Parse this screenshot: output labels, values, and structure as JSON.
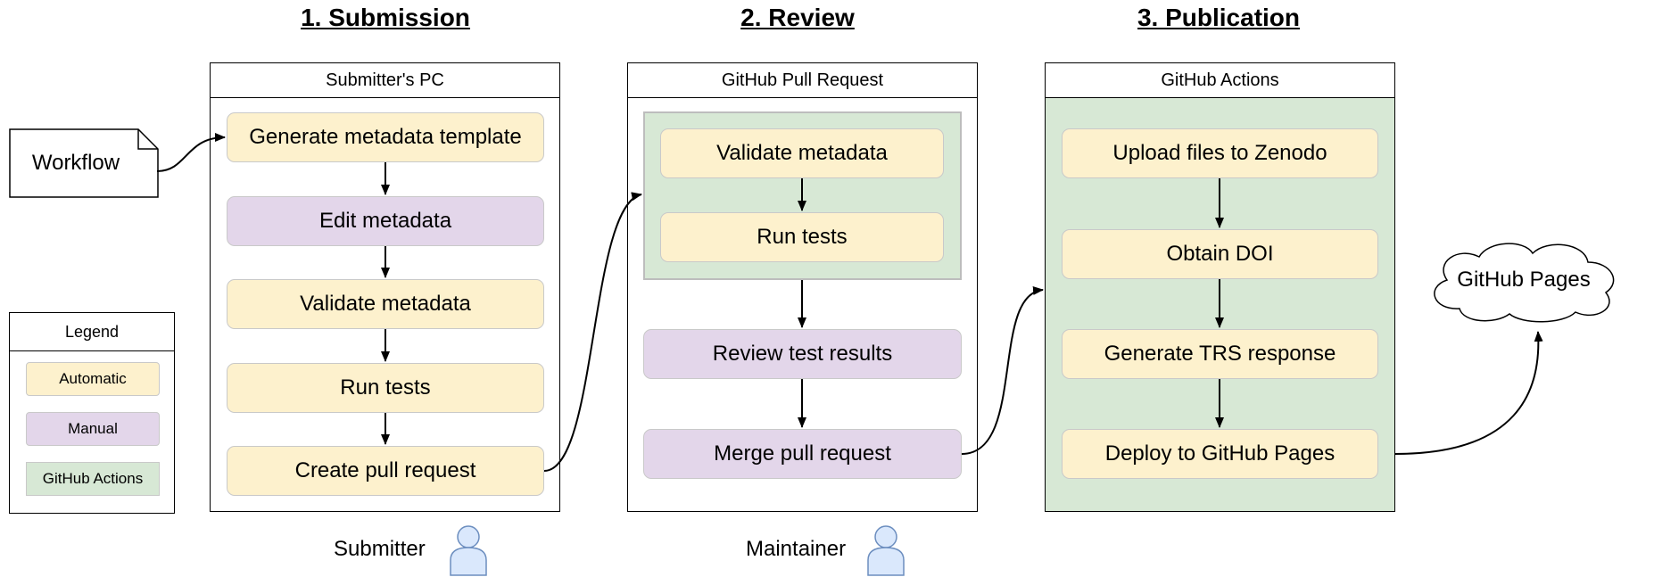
{
  "titles": {
    "submission": "1. Submission",
    "review": "2. Review",
    "publication": "3. Publication"
  },
  "workflow_doc": "Workflow",
  "panels": {
    "submitter_pc": {
      "header": "Submitter's PC",
      "steps": [
        {
          "label": "Generate metadata template",
          "kind": "automatic"
        },
        {
          "label": "Edit metadata",
          "kind": "manual"
        },
        {
          "label": "Validate metadata",
          "kind": "automatic"
        },
        {
          "label": "Run tests",
          "kind": "automatic"
        },
        {
          "label": "Create pull request",
          "kind": "automatic"
        }
      ]
    },
    "pull_request": {
      "header": "GitHub Pull Request",
      "steps": [
        {
          "label": "Validate metadata",
          "kind": "automatic"
        },
        {
          "label": "Run tests",
          "kind": "automatic"
        },
        {
          "label": "Review test results",
          "kind": "manual"
        },
        {
          "label": "Merge pull request",
          "kind": "manual"
        }
      ]
    },
    "actions": {
      "header": "GitHub Actions",
      "steps": [
        {
          "label": "Upload files to Zenodo",
          "kind": "automatic"
        },
        {
          "label": "Obtain DOI",
          "kind": "automatic"
        },
        {
          "label": "Generate TRS response",
          "kind": "automatic"
        },
        {
          "label": "Deploy to GitHub Pages",
          "kind": "automatic"
        }
      ]
    }
  },
  "pages_cloud": "GitHub Pages",
  "legend": {
    "title": "Legend",
    "items": [
      {
        "label": "Automatic",
        "color": "#fdf1cd"
      },
      {
        "label": "Manual",
        "color": "#e3d6ea"
      },
      {
        "label": "GitHub Actions",
        "color": "#d7e8d5"
      }
    ]
  },
  "roles": {
    "submitter": "Submitter",
    "maintainer": "Maintainer"
  },
  "colors": {
    "automatic": "#fdf1cd",
    "manual": "#e3d6ea",
    "github_actions": "#d7e8d5",
    "person": "#dae8fc",
    "person_stroke": "#6c8ebf"
  }
}
